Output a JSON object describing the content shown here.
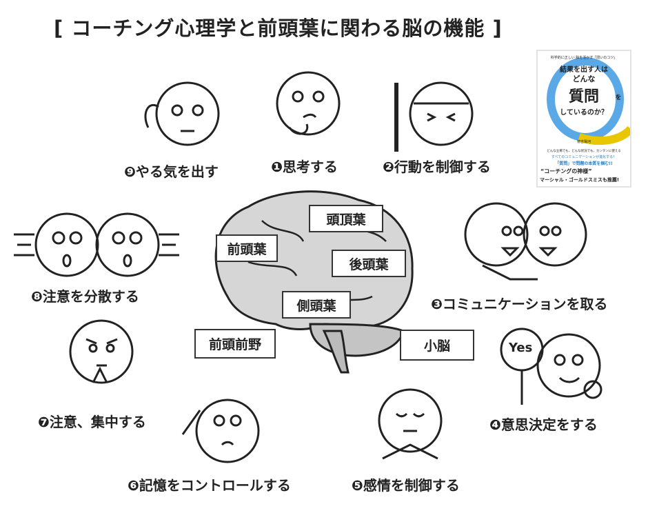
{
  "title": "[ コーチング心理学と前頭葉に関わる脳の機能 ]",
  "functions": [
    {
      "label": "❶思考する"
    },
    {
      "label": "❷行動を制御する"
    },
    {
      "label": "❸コミュニケーションを取る"
    },
    {
      "label": "❹意思決定をする",
      "sign": "Yes"
    },
    {
      "label": "❺感情を制御する"
    },
    {
      "label": "❻記憶をコントロールする"
    },
    {
      "label": "❼注意、集中する"
    },
    {
      "label": "❽注意を分散する"
    },
    {
      "label": "❾やる気を出す"
    }
  ],
  "brain_regions": {
    "frontal": "前頭葉",
    "parietal": "頭頂葉",
    "occipital": "後頭葉",
    "temporal": "側頭葉",
    "prefrontal": "前頭前野",
    "cerebellum": "小脳"
  },
  "book": {
    "tagline": "科学的に正しい 脳を活かす「問いのコツ」",
    "title_1": "結果を出す人は",
    "title_2": "どんな",
    "title_3": "質問",
    "title_4": "を",
    "title_5": "しているのか？",
    "author": "徳吉陽河",
    "blurb_1": "どんな立場でも、どんな状況でも、カンタンに使える",
    "blurb_2": "すべてのコミュニケーションが進化する！",
    "blurb_3": "「質問」で問題の本質を掴む!!",
    "blurb_4": "“コーチングの神様”",
    "blurb_5": "マーシャル・ゴールドスミスも推薦!",
    "accent_blue": "#5aa9e6",
    "accent_yellow": "#e8c600"
  }
}
